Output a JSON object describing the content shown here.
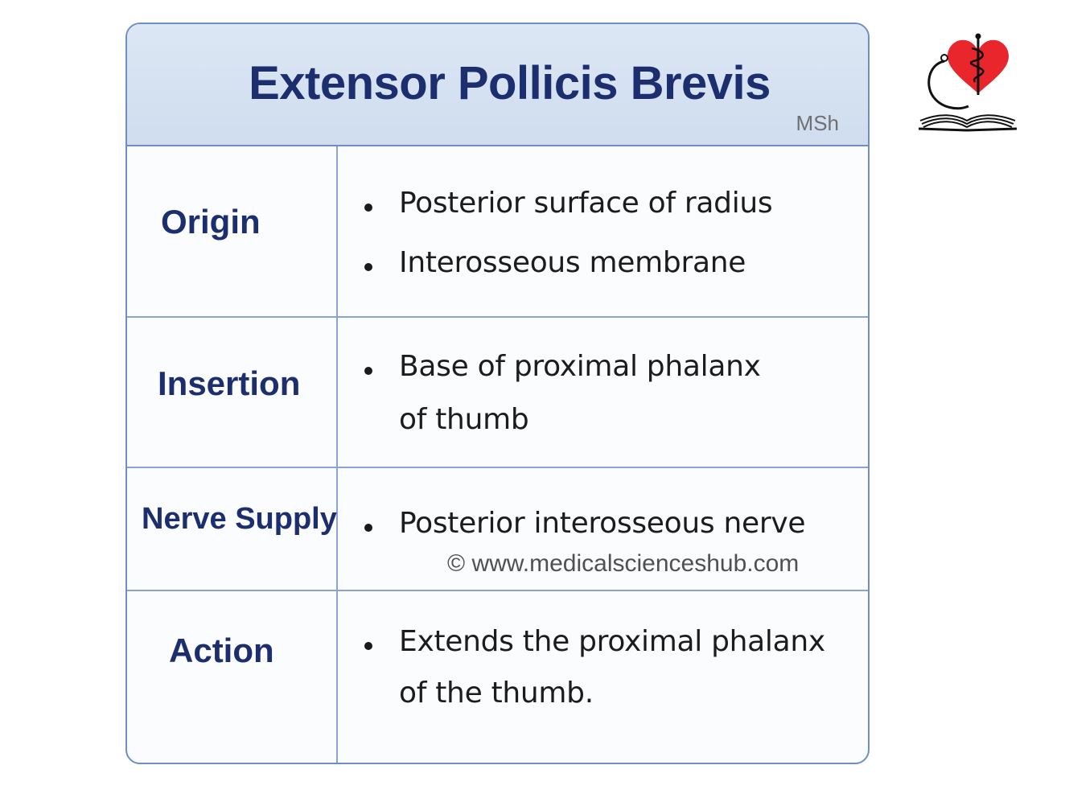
{
  "title": "Extensor Pollicis Brevis",
  "badge": "MSh",
  "rows": [
    {
      "label": "Origin",
      "lines": [
        "Posterior surface of radius",
        "Interosseous membrane"
      ]
    },
    {
      "label": "Insertion",
      "lines": [
        "Base of proximal phalanx",
        "of thumb"
      ]
    },
    {
      "label": "Nerve Supply",
      "lines": [
        "Posterior interosseous nerve"
      ]
    },
    {
      "label": "Action",
      "lines": [
        "Extends the proximal phalanx",
        "of the thumb."
      ]
    }
  ],
  "watermark": "© www.medicalscienceshub.com",
  "logo": {
    "icon": "heart-stethoscope-book-logo",
    "heart_color": "#e8262b"
  },
  "colors": {
    "title": "#1c2e6e",
    "header_bg": "#d6e2f1",
    "border": "#6e8fc4"
  }
}
